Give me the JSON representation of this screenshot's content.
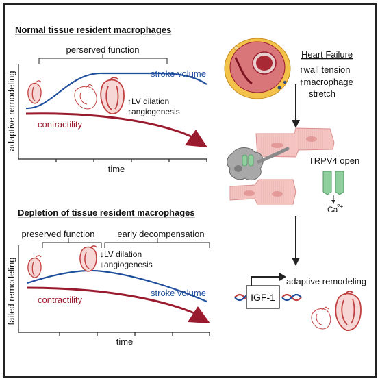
{
  "top_panel": {
    "title": "Normal tissue resident macrophages",
    "bracket_label": "perserved function",
    "y_axis_label": "adaptive remodeling",
    "x_axis_label": "time",
    "series_stroke_volume": "stroke volume",
    "series_contractility": "contractility",
    "annotation_line1": "↑LV dilation",
    "annotation_line2": "↑angiogenesis"
  },
  "bottom_panel": {
    "title": "Depletion of tissue resident macrophages",
    "bracket_label_left": "preserved function",
    "bracket_label_right": "early decompensation",
    "y_axis_label": "failed remodeling",
    "x_axis_label": "time",
    "series_stroke_volume": "stroke volume",
    "series_contractility": "contractility",
    "annotation_line1": "↓LV dilation",
    "annotation_line2": "↓angiogenesis"
  },
  "right_panel": {
    "heart_failure_title": "Heart Failure",
    "bullet1": "↑wall tension",
    "bullet2": "↑macrophage",
    "bullet3": "stretch",
    "channel_label": "TRPV4 open",
    "ion_label": "Ca",
    "ion_superscript": "2+",
    "gene_label": "IGF-1",
    "outcome_label": "adaptive remodeling"
  },
  "colors": {
    "stroke_volume": "#1f4e9c",
    "contractility": "#9b1b2e",
    "heart_pink": "#e8a3a0",
    "heart_red": "#c0403f",
    "channel_green": "#8fce9d",
    "macrophage_gray": "#a8a8a8",
    "myocyte_pink": "#f3c4c2"
  }
}
